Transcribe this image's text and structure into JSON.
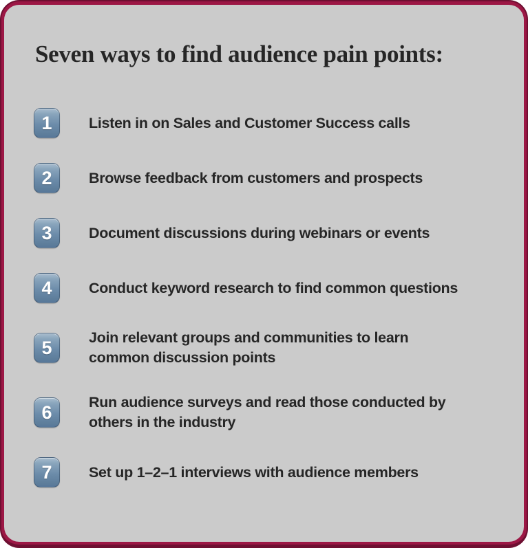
{
  "panel": {
    "title": "Seven ways to find audience pain points:",
    "items": [
      {
        "number": "1",
        "text": "Listen in on Sales and Customer Success calls"
      },
      {
        "number": "2",
        "text": "Browse feedback from customers and prospects"
      },
      {
        "number": "3",
        "text": "Document discussions during webinars or events"
      },
      {
        "number": "4",
        "text": "Conduct keyword research to find common questions"
      },
      {
        "number": "5",
        "text": "Join relevant groups and communities to learn\ncommon discussion points"
      },
      {
        "number": "6",
        "text": "Run audience surveys and read those conducted by\nothers in the industry"
      },
      {
        "number": "7",
        "text": "Set up 1–2–1 interviews with audience members"
      }
    ]
  },
  "colors": {
    "border": "#9C1745",
    "border_dark": "#6E0F31",
    "panel_bg": "#CBCBCB",
    "text": "#262626",
    "keycap_top": "#A9BDCE",
    "keycap_mid": "#6C8CAA",
    "keycap_bottom": "#5E7E9B",
    "keycap_digit": "#FFFFFF"
  }
}
